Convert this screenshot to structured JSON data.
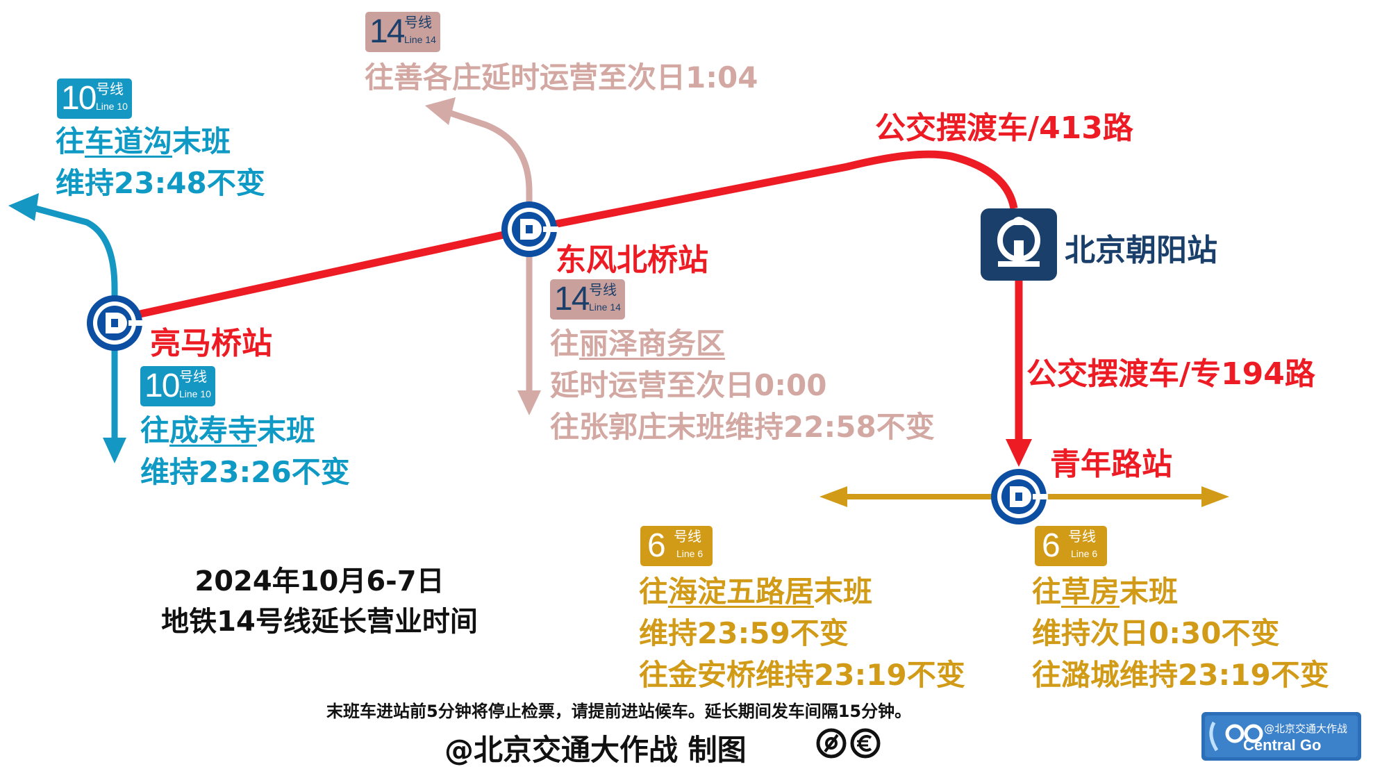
{
  "colors": {
    "line10": "#1497c2",
    "line14": "#d3aaa5",
    "line6": "#d29b17",
    "shuttle": "#ed1c24",
    "railway": "#1b3f6b",
    "metro_icon": "#0b4ea2"
  },
  "badges": {
    "line10_top": {
      "num": "10",
      "hx": "号线",
      "ln": "Line 10"
    },
    "line10_bottom": {
      "num": "10",
      "hx": "号线",
      "ln": "Line 10"
    },
    "line14_top": {
      "num": "14",
      "hx": "号线",
      "ln": "Line 14"
    },
    "line14_mid": {
      "num": "14",
      "hx": "号线",
      "ln": "Line 14"
    },
    "line6_left": {
      "num": "6",
      "hx": "号线",
      "ln": "Line 6"
    },
    "line6_right": {
      "num": "6",
      "hx": "号线",
      "ln": "Line 6"
    }
  },
  "stations": {
    "liangmaqiao": "亮马桥站",
    "dongfengbeiqiao": "东风北桥站",
    "beijing_chaoyang": "北京朝阳站",
    "qingnianlu": "青年路站"
  },
  "shuttles": {
    "route_413": "公交摆渡车/413路",
    "route_194": "公交摆渡车/专194路"
  },
  "line10_north": {
    "prefix": "往",
    "dest": "车道沟",
    "suffix": "末班",
    "line2": "维持23:48不变"
  },
  "line10_south": {
    "prefix": "往",
    "dest": "成寿寺",
    "suffix": "末班",
    "line2": "维持23:26不变"
  },
  "line14_north": {
    "text": "往善各庄延时运营至次日1:04"
  },
  "line14_south": {
    "prefix": "往",
    "dest": "丽泽商务区",
    "line2": "延时运营至次日0:00",
    "line3": "往张郭庄末班维持22:58不变"
  },
  "line6_west": {
    "prefix": "往",
    "dest": "海淀五路居",
    "suffix": "末班",
    "line2": "维持23:59不变",
    "line3": "往金安桥维持23:19不变"
  },
  "line6_east": {
    "prefix": "往",
    "dest": "草房",
    "suffix": "末班",
    "line2": "维持次日0:30不变",
    "line3": "往潞城维持23:19不变"
  },
  "headline": {
    "line1": "2024年10月6-7日",
    "line2": "地铁14号线延长营业时间"
  },
  "footer": {
    "notice": "末班车进站前5分钟将停止检票，请提前进站候车。延长期间发车间隔15分钟。",
    "credit": "@北京交通大作战 制图"
  },
  "logo": {
    "handle": "@北京交通大作战",
    "brand": "Central Go"
  }
}
